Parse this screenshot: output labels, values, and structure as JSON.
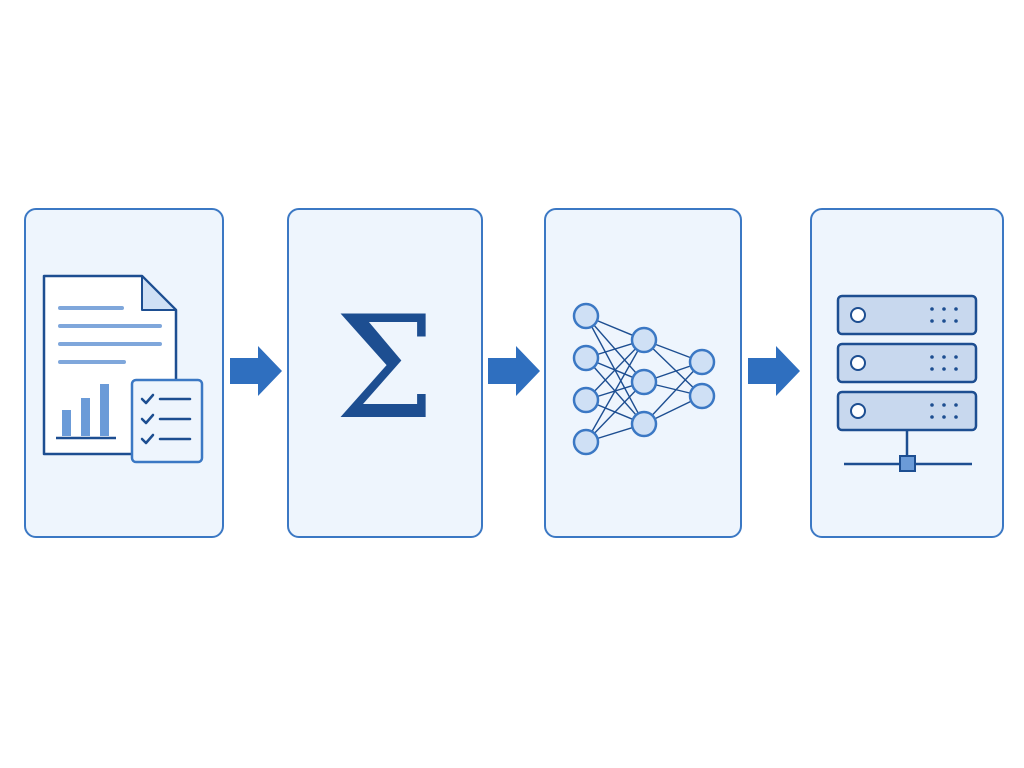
{
  "diagram": {
    "stages": [
      {
        "id": "report",
        "icon": "report-document-icon"
      },
      {
        "id": "summation",
        "icon": "sigma-icon",
        "symbol": "Σ"
      },
      {
        "id": "model",
        "icon": "neural-network-icon"
      },
      {
        "id": "server",
        "icon": "server-rack-icon"
      }
    ],
    "connectors": [
      "arrow-right-icon",
      "arrow-right-icon",
      "arrow-right-icon"
    ],
    "colors": {
      "panel_fill": "#eef5fd",
      "panel_border": "#3b78c4",
      "arrow": "#2f6fbf",
      "ink_dark": "#1d4e91",
      "node_fill": "#cfe0f5",
      "bar_fill": "#6b9bd8"
    }
  }
}
